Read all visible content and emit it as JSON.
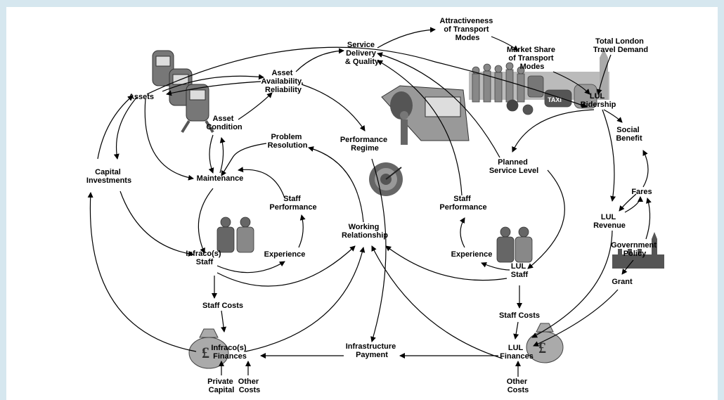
{
  "nodes": {
    "assets": "Assets",
    "asset_availability": [
      "Asset",
      "Availability,",
      "Reliability"
    ],
    "asset_condition": [
      "Asset",
      "Condition"
    ],
    "service_delivery": [
      "Service",
      "Delivery",
      "& Quality"
    ],
    "attractiveness": [
      "Attractiveness",
      "of Transport",
      "Modes"
    ],
    "market_share": [
      "Market Share",
      "of Transport",
      "Modes"
    ],
    "total_london": [
      "Total London",
      "Travel Demand"
    ],
    "lul_ridership": [
      "LUL",
      "Ridership"
    ],
    "social_benefit": [
      "Social",
      "Benefit"
    ],
    "fares": "Fares",
    "lul_revenue": [
      "LUL",
      "Revenue"
    ],
    "government_policy": [
      "Government",
      "Policy"
    ],
    "grant": "Grant",
    "capital_investments": [
      "Capital",
      "Investments"
    ],
    "problem_resolution": [
      "Problem",
      "Resolution"
    ],
    "performance_regime": [
      "Performance",
      "Regime"
    ],
    "planned_service_level": [
      "Planned",
      "Service Level"
    ],
    "maintenance": "Maintenance",
    "staff_performance_left": [
      "Staff",
      "Performance"
    ],
    "staff_performance_right": [
      "Staff",
      "Performance"
    ],
    "working_relationship": [
      "Working",
      "Relationship"
    ],
    "infraco_staff": [
      "Infraco(s)",
      "Staff"
    ],
    "experience_left": "Experience",
    "experience_right": "Experience",
    "lul_staff": [
      "LUL",
      "Staff"
    ],
    "staff_costs_left": "Staff Costs",
    "staff_costs_right": "Staff Costs",
    "infraco_finances": [
      "Infraco(s)",
      "Finances"
    ],
    "infrastructure_payment": [
      "Infrastructure",
      "Payment"
    ],
    "lul_finances": [
      "LUL",
      "Finances"
    ],
    "private_capital": [
      "Private",
      "Capital"
    ],
    "other_costs_left": [
      "Other",
      "Costs"
    ],
    "other_costs_right": [
      "Other",
      "Costs"
    ]
  },
  "icons": {
    "trains": "train-icon",
    "workers": "construction-workers-icon",
    "money": "money-bag-icon",
    "crowd": "commuters-crowd-icon",
    "tube_train": "tube-train-icon",
    "target": "target-dart-icon",
    "parliament": "parliament-icon"
  }
}
